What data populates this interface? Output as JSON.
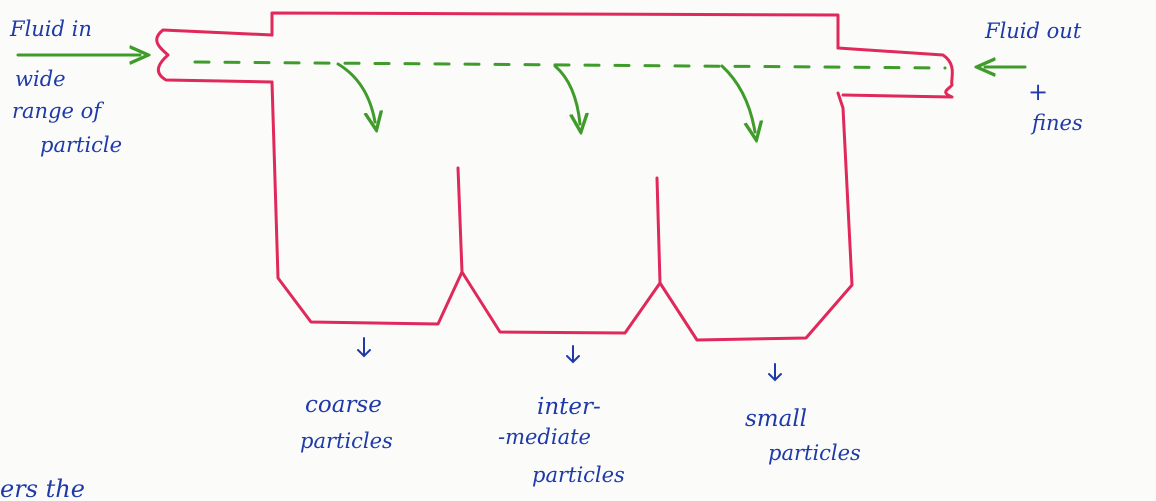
{
  "colors": {
    "vessel": "#e0285a",
    "flow": "#3f9b2a",
    "ink": "#1e3aa8",
    "background": "#fbfbfa"
  },
  "labels": {
    "inlet_title": "Fluid in",
    "inlet_desc_1": "wide",
    "inlet_desc_2": "range of",
    "inlet_desc_3": "particle",
    "outlet_title": "Fluid out",
    "outlet_plus": "+",
    "outlet_desc": "fines",
    "coarse_1": "coarse",
    "coarse_2": "particles",
    "inter_1": "inter-",
    "inter_2": "-mediate",
    "inter_3": "particles",
    "small_1": "small",
    "small_2": "particles",
    "footer_text": "ers   the"
  }
}
